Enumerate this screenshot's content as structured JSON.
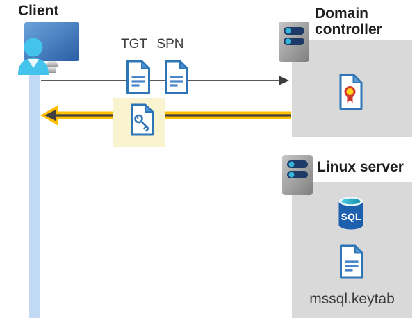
{
  "client": {
    "label": "Client"
  },
  "tickets": {
    "tgt": "TGT",
    "spn": "SPN"
  },
  "domain_controller": {
    "title": "Domain controller"
  },
  "linux_server": {
    "title": "Linux server",
    "database_label": "SQL",
    "file_label": "mssql.keytab"
  },
  "icons": {
    "client": "client-workstation-icon",
    "server": "server-icon",
    "ticket": "document-icon",
    "service_ticket": "key-document-icon",
    "certificate": "certificate-icon",
    "database": "sql-database-icon"
  },
  "colors": {
    "doc_blue": "#2e75b6",
    "fold_blue": "#4f93d4",
    "client_cyan": "#44c4ec",
    "lifeline_blue": "#c2d9f5",
    "box_gray": "#d9d9d9",
    "highlight_yellow": "#faf3cf",
    "arrow_yellow": "#febf00",
    "arrow_dark": "#404040",
    "line_gray": "#595959",
    "server_slot_navy": "#1e3a66",
    "server_dot_cyan": "#36b6da",
    "sql_blue": "#1c60ae",
    "cert_red": "#c9362a",
    "cert_gold": "#ffd21c"
  }
}
